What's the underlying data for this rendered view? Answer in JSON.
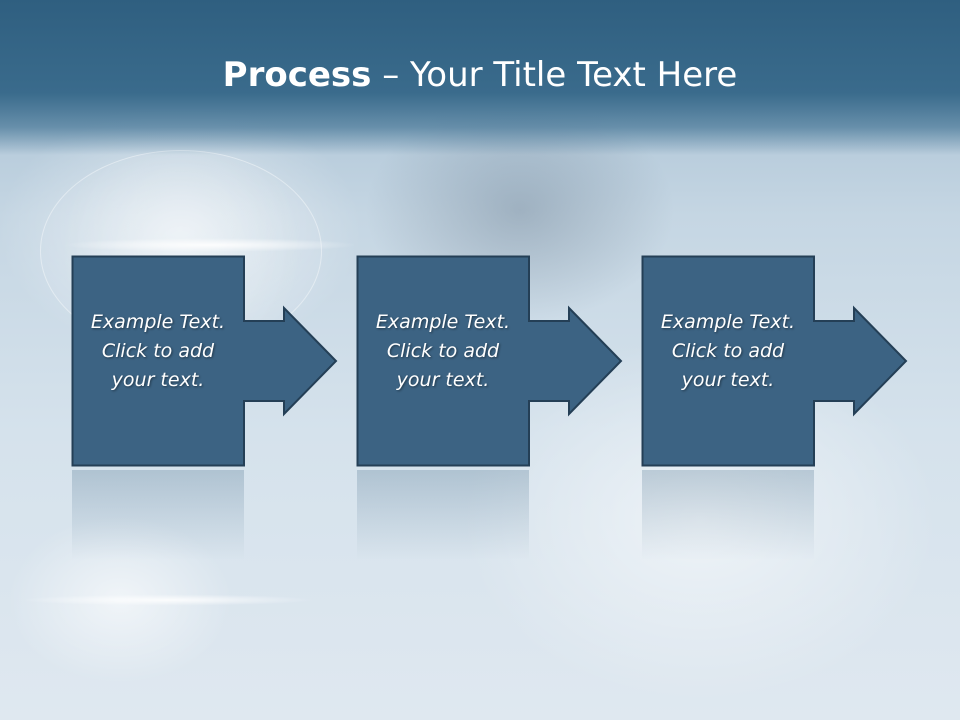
{
  "slide": {
    "title_bold": "Process",
    "title_separator": " – ",
    "title_rest": "Your Title Text Here"
  },
  "steps": [
    {
      "line1": "Example Text.",
      "line2": "Click  to add",
      "line3": "your text."
    },
    {
      "line1": "Example Text.",
      "line2": "Click  to add",
      "line3": "your text."
    },
    {
      "line1": "Example Text.",
      "line2": "Click  to add",
      "line3": "your text."
    }
  ],
  "colors": {
    "title_band": "#2f5f80",
    "step_fill": "#3c6383",
    "step_stroke": "#243f56",
    "text": "#ffffff"
  }
}
